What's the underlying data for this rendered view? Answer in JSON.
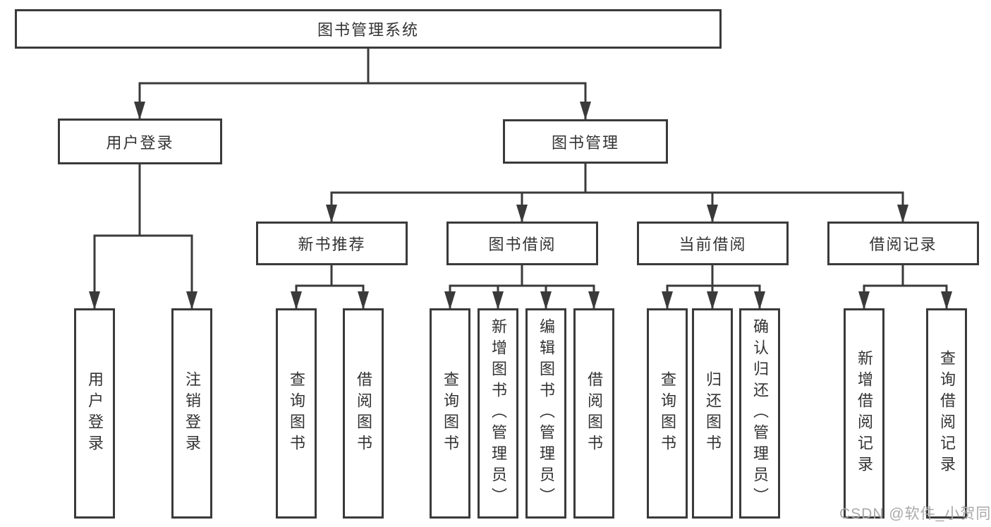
{
  "diagram": {
    "root": {
      "label": "图书管理系统"
    },
    "level2": {
      "login": {
        "label": "用户登录"
      },
      "management": {
        "label": "图书管理"
      }
    },
    "level3": [
      {
        "label": "新书推荐"
      },
      {
        "label": "图书借阅"
      },
      {
        "label": "当前借阅"
      },
      {
        "label": "借阅记录"
      }
    ],
    "leaves": [
      {
        "label": "用户登录"
      },
      {
        "label": "注销登录"
      },
      {
        "label": "查询图书"
      },
      {
        "label": "借阅图书"
      },
      {
        "label": "查询图书"
      },
      {
        "label": "新增图书（管理员）"
      },
      {
        "label": "编辑图书（管理员）"
      },
      {
        "label": "借阅图书"
      },
      {
        "label": "查询图书"
      },
      {
        "label": "归还图书"
      },
      {
        "label": "确认归还（管理员）"
      },
      {
        "label": "新增借阅记录"
      },
      {
        "label": "查询借阅记录"
      }
    ],
    "watermark": {
      "text": "CSDN @软件_小贺同学"
    },
    "colors": {
      "line": "#3a3a3a",
      "text": "#333333",
      "watermark": "#a9a9a9",
      "background": "#ffffff"
    }
  }
}
